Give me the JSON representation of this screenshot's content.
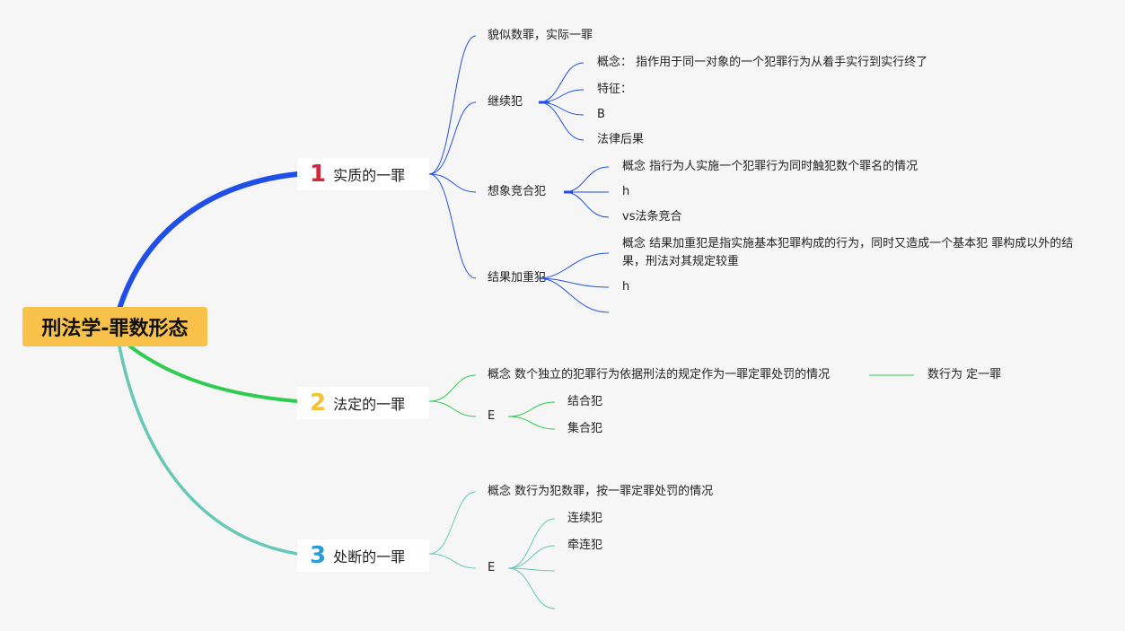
{
  "root": {
    "title": "刑法学-罪数形态"
  },
  "colors": {
    "root_bg": "#f8c24a",
    "branch1": "#1f4fe8",
    "branch2": "#2ecc51",
    "branch3": "#66c9b5"
  },
  "branches": [
    {
      "num": "1",
      "label": "实质的一罪",
      "children": [
        {
          "label": "貌似数罪，实际一罪"
        },
        {
          "label": "继续犯",
          "children": [
            "概念： 指作用于同一对象的一个犯罪行为从着手实行到实行终了",
            "特征：",
            "B",
            "法律后果"
          ]
        },
        {
          "label": "想象竞合犯",
          "children": [
            "概念 指行为人实施一个犯罪行为同时触犯数个罪名的情况",
            "h",
            "vs法条竞合"
          ]
        },
        {
          "label": "结果加重犯",
          "children": [
            "概念 结果加重犯是指实施基本犯罪构成的行为，同时又造成一个基本犯 罪构成以外的结果，刑法对其规定较重",
            "h",
            ""
          ]
        }
      ]
    },
    {
      "num": "2",
      "label": "法定的一罪",
      "children": [
        {
          "label": "概念 数个独立的犯罪行为依据刑法的规定作为一罪定罪处罚的情况",
          "extra": "数行为 定一罪"
        },
        {
          "label": "E",
          "children": [
            "结合犯",
            "集合犯"
          ]
        }
      ]
    },
    {
      "num": "3",
      "label": "处断的一罪",
      "children": [
        {
          "label": "概念 数行为犯数罪，按一罪定罪处罚的情况"
        },
        {
          "label": "E",
          "children": [
            "连续犯",
            "牵连犯",
            "",
            ""
          ]
        }
      ]
    }
  ]
}
